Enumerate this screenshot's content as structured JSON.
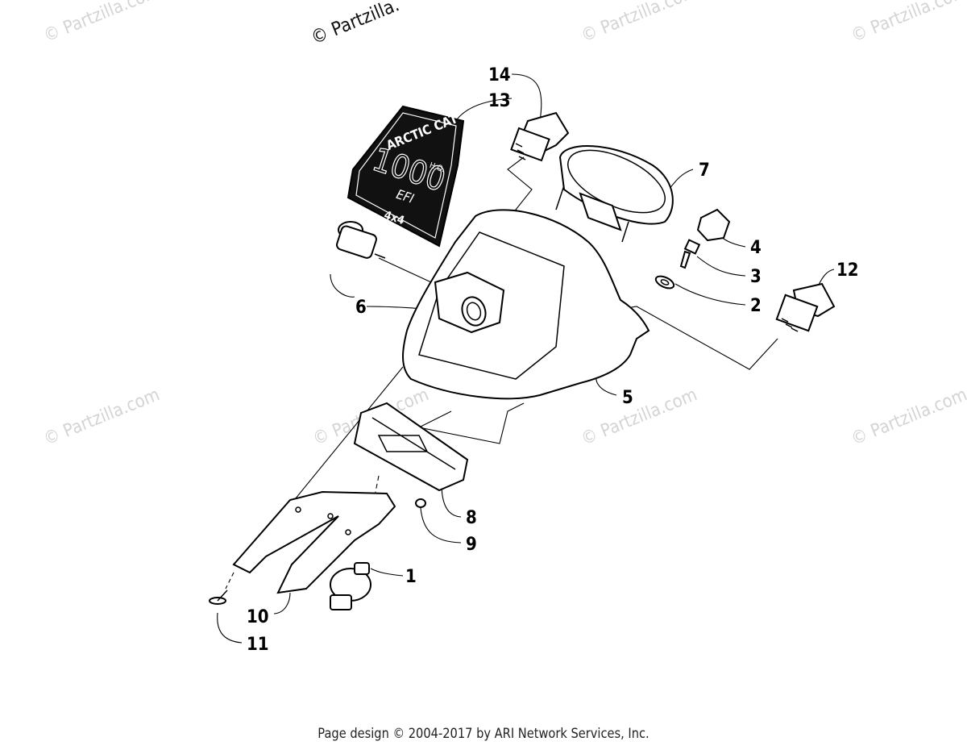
{
  "watermarks": [
    "© Partzilla.",
    "© Partzilla.com",
    "© Partzilla.com",
    "© Partzilla.com",
    "© Partzilla.com",
    "© Partzilla.com",
    "© Partzilla.com",
    "© Partzilla.com"
  ],
  "decal": {
    "brand": "ARCTIC CAT",
    "model": "1000",
    "suffix": "H.O.",
    "efi": "EFI",
    "drive": "4x4"
  },
  "callouts": [
    "1",
    "2",
    "3",
    "4",
    "5",
    "6",
    "7",
    "8",
    "9",
    "10",
    "11",
    "12",
    "13",
    "14"
  ],
  "footer": "Page design © 2004-2017 by ARI Network Services, Inc."
}
